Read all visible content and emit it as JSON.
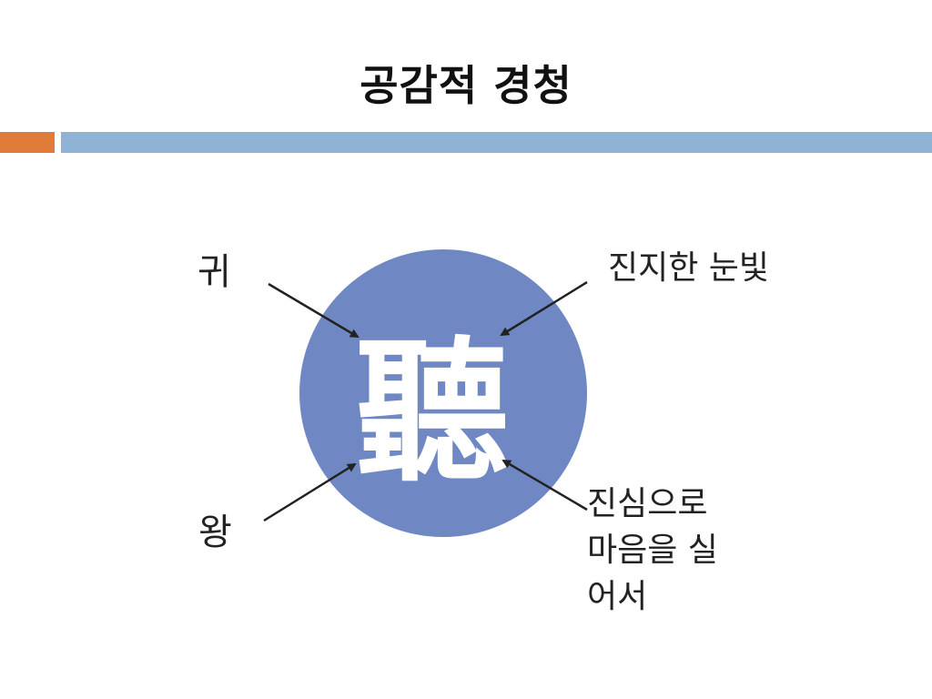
{
  "slide": {
    "title": "공감적 경청"
  },
  "colors": {
    "accent_bar": "#E07B39",
    "main_bar": "#8FB3D4",
    "circle_fill": "#6F88C4",
    "character": "#FFFFFF",
    "arrow": "#222222"
  },
  "diagram": {
    "character": "聽",
    "labels": {
      "ear": "귀",
      "king": "왕",
      "earnest_eyes": "진지한 눈빛",
      "sincere_heart_lines": [
        "진심으로",
        "마음을 실",
        "어서"
      ]
    }
  }
}
